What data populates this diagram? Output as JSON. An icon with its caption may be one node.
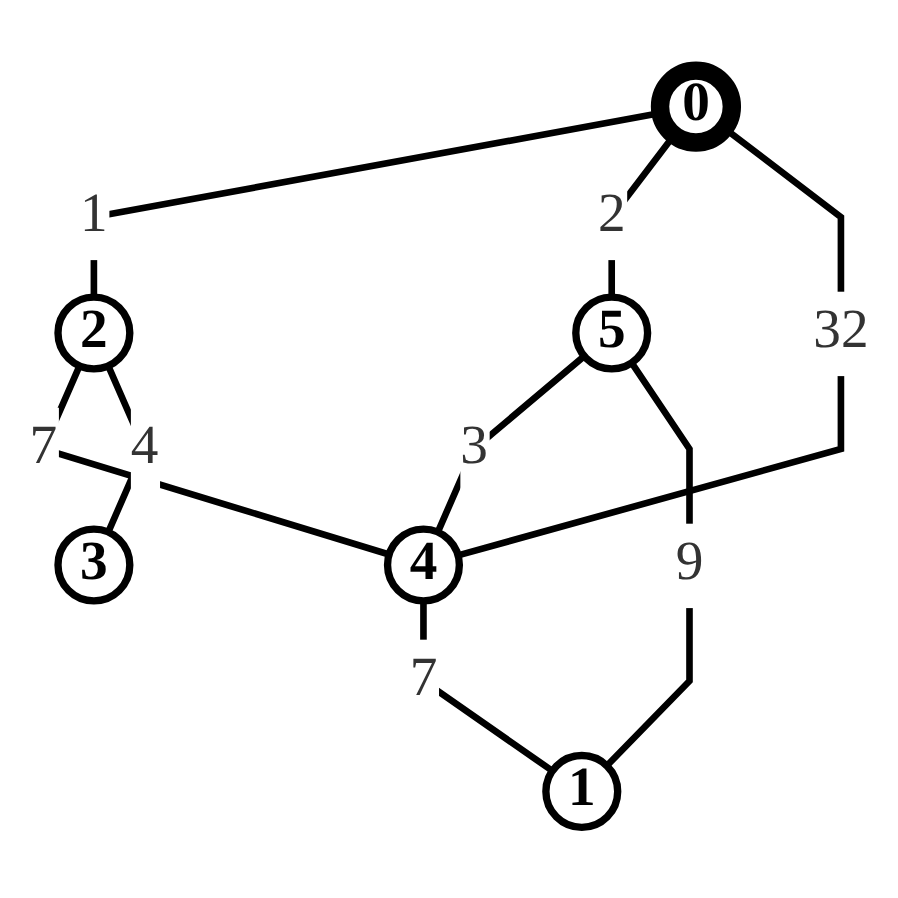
{
  "diagram": {
    "nodes": [
      {
        "text": [
          "0"
        ]
      },
      {
        "text": [
          "2"
        ]
      },
      {
        "text": [
          "5"
        ]
      },
      {
        "text": [
          "4"
        ]
      },
      {
        "text": [
          "3"
        ]
      },
      {
        "text": [
          "1"
        ]
      }
    ],
    "edges": [
      {
        "from": 0,
        "to": 1,
        "arrow": "none",
        "label": "1"
      },
      {
        "from": 0,
        "to": 2,
        "arrow": "none",
        "label": "2"
      },
      {
        "from": 0,
        "to": 3,
        "arrow": "none",
        "label": "32"
      },
      {
        "from": 1,
        "to": 3,
        "arrow": "none",
        "label": "7"
      },
      {
        "from": 1,
        "to": 4,
        "arrow": "none",
        "label": "4"
      },
      {
        "from": 2,
        "to": 3,
        "arrow": "none",
        "label": "3"
      },
      {
        "from": 2,
        "to": 5,
        "arrow": "none",
        "label": "9"
      },
      {
        "from": 3,
        "to": 5,
        "arrow": "none",
        "label": "7"
      }
    ]
  }
}
